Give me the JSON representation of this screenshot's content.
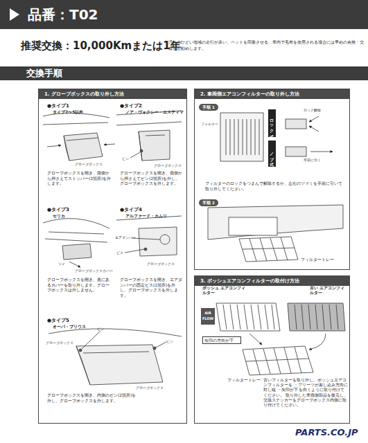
{
  "diagram": {
    "title": "品番：T02",
    "nodes": [
      {
        "text": [
          "交換手順"
        ]
      },
      {
        "text": [
          "1. グローブボックスの取り外し方法",
          "●タイプ1",
          "タイプ2〜5以外",
          "グローブボックスを開き、両側から押さえてストッパー(2箇所)を外します。",
          "●タイプ2",
          "ノア・ヴォクシー・エスティマ",
          "グローブボックスを開き、両側から押さえてピン(2箇所)を外し、グローブボックスを外します。",
          "●タイプ3",
          "セリカ",
          "グローブボックスを開き、奥にあるカバーを取り外します。グローブボックスは外しません。",
          "●タイプ4",
          "アルファード・カムリ",
          "グローブボックスを開き、エアダンパーの固定ビス(1箇所)を外し、グローブボックスを外します。",
          "●タイプ5",
          "オーパ・プリウス",
          "グローブボックスを開き、内側のピン(2箇所)を外し、グローブボックスを外します。"
        ]
      },
      {
        "text": [
          "2. 車両側エアコンフィルターの取り外し方法",
          "フィルターのロックをつまんで解除するか、左右のツマミを手前に引いて取り外してください。"
        ]
      },
      {
        "text": [
          "手順 1"
        ],
        "in": 2
      },
      {
        "text": [
          "ロック式"
        ],
        "in": 2
      },
      {
        "text": [
          "ノブ式"
        ],
        "in": 2
      },
      {
        "text": [
          "手順 2"
        ],
        "in": 2
      },
      {
        "text": [
          "3. ボッシュエアコンフィルターの取付け方法",
          "古いフィルターを取り外し、ボッシュエアコンフィルターを ・プリーツが差し込み方向に対し縦 ・矢印が下 を向くように取り付けてください。 取り外した車両側部品を復元し、交換ステッカーをグローブボックス内側に取り付けてください。"
        ]
      },
      {
        "text": [
          "AIR FLOW"
        ],
        "in": 7
      },
      {
        "text": [
          "矢印の方向が下"
        ],
        "in": 7
      }
    ],
    "labels": [
      "推奨交換：10,000Kmまたは1年",
      "汚れのひどい地域の走行が多い、ペットを同乗させる、車内で毛布を使用される場合には早めの点検・交換をお勧めします。",
      "グローブボックス",
      "ピン",
      "グローブボックス",
      "ツメ",
      "グローブボックスカバー",
      "エアダンパー",
      "ビス",
      "グローブボックス",
      "ピン",
      "グローブボックス",
      "ピン",
      "グローブボックス",
      "フィルター",
      "ロック解除",
      "手前に引く",
      "フィルタートレー",
      "ボッシュ エアコンフィルター",
      "古い エアコンフィルター",
      "フィルタートレー",
      "PARTS.CO.JP"
    ]
  }
}
